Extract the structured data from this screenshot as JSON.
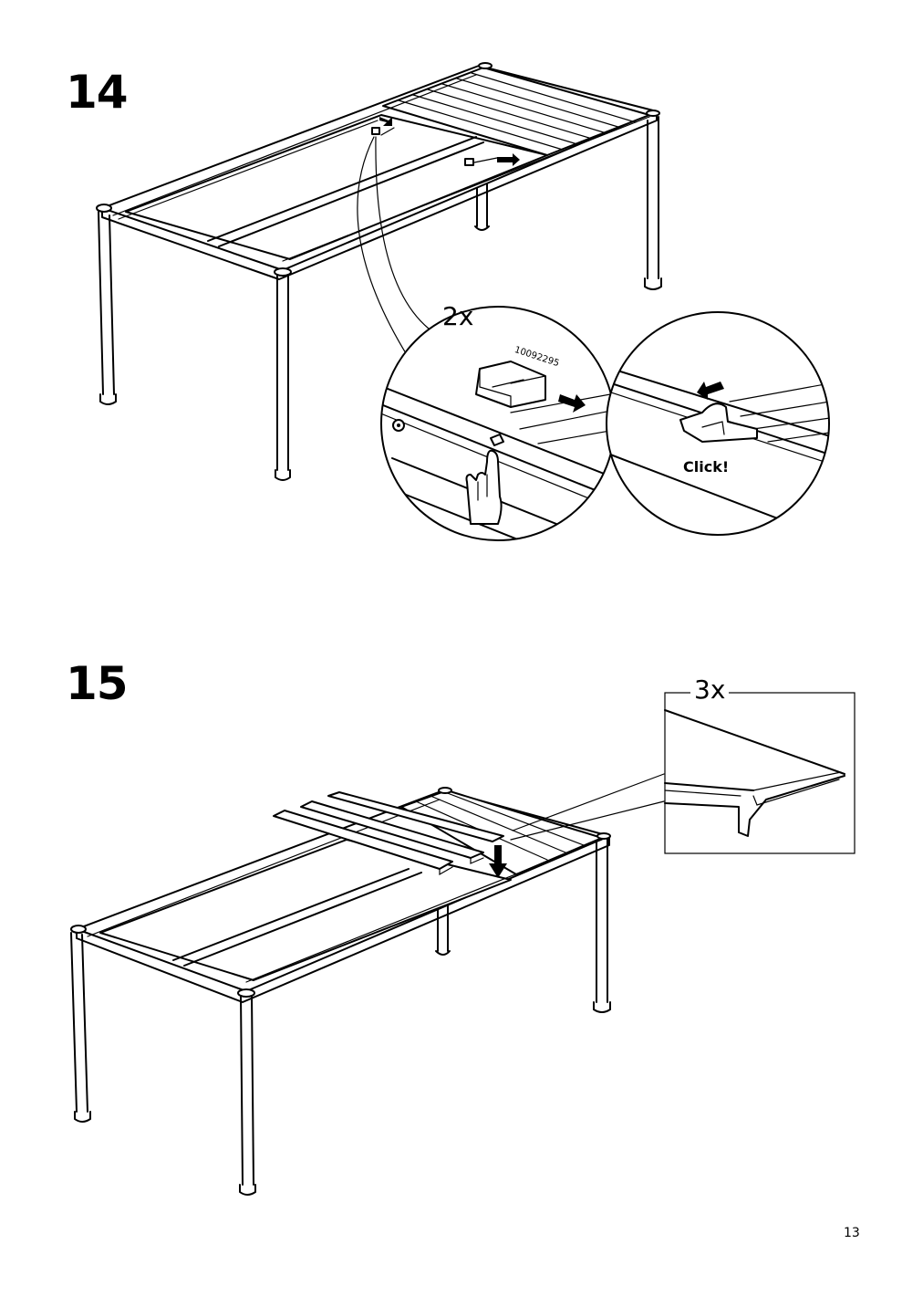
{
  "step14": {
    "number": "14",
    "quantity": "2x",
    "part_number": "10092295",
    "click_label": "Click!"
  },
  "step15": {
    "number": "15",
    "quantity": "3x"
  },
  "page_number": "13",
  "icons": [
    "pointing-hand-icon",
    "arrow-icon"
  ],
  "colors": {
    "line": "#000000",
    "background": "#ffffff"
  }
}
